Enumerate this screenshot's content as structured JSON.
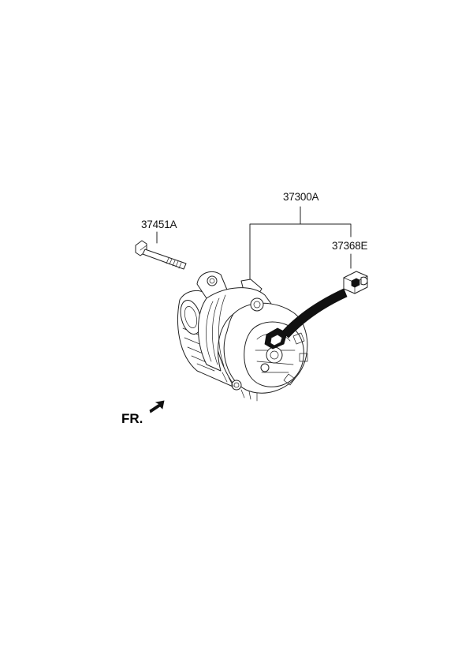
{
  "labels": {
    "assembly": "37300A",
    "bolt": "37451A",
    "connector": "37368E",
    "front": "FR."
  },
  "icons": {
    "front_arrow": "arrow-down-left-icon"
  },
  "colors": {
    "line": "#222222",
    "background": "#ffffff"
  }
}
